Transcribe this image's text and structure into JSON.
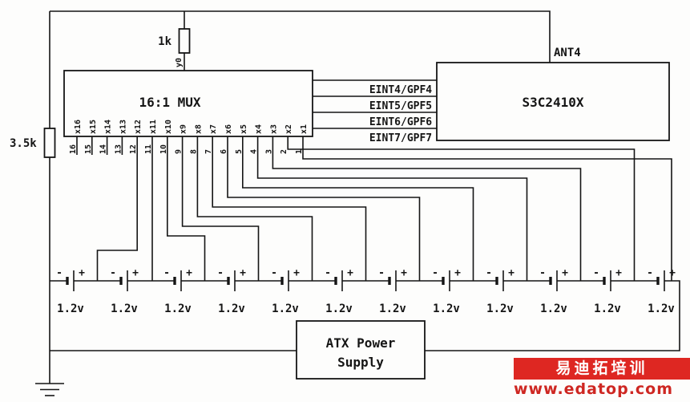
{
  "resistor_1k": {
    "label": "1k",
    "output_net_label": "y0"
  },
  "resistor_3k5": {
    "label": "3.5k"
  },
  "mux": {
    "title": "16:1 MUX",
    "input_labels": [
      "x16",
      "x15",
      "x14",
      "x13",
      "x12",
      "x11",
      "x10",
      "x9",
      "x8",
      "x7",
      "x6",
      "x5",
      "x4",
      "x3",
      "x2",
      "x1"
    ],
    "pin_numbers": [
      "16",
      "15",
      "14",
      "13",
      "12",
      "11",
      "10",
      "9",
      "8",
      "7",
      "6",
      "5",
      "4",
      "3",
      "2",
      "1"
    ]
  },
  "soc": {
    "title": "S3C2410X",
    "adc_net_label": "ANT4",
    "select_lines": [
      "EINT4/GPF4",
      "EINT5/GPF5",
      "EINT6/GPF6",
      "EINT7/GPF7"
    ]
  },
  "battery_bank": {
    "cell_count": 12,
    "minus_label": "-",
    "plus_label": "+",
    "cell_labels": [
      "1.2v",
      "1.2v",
      "1.2v",
      "1.2v",
      "1.2v",
      "1.2v",
      "1.2v",
      "1.2v",
      "1.2v",
      "1.2v",
      "1.2v",
      "1.2v"
    ]
  },
  "power_supply": {
    "line1": "ATX Power",
    "line2": "Supply"
  },
  "watermark": {
    "brand": "易迪拓培训",
    "url": "www.edatop.com",
    "brand_bg": "#de2722",
    "url_color": "#ce2722"
  }
}
